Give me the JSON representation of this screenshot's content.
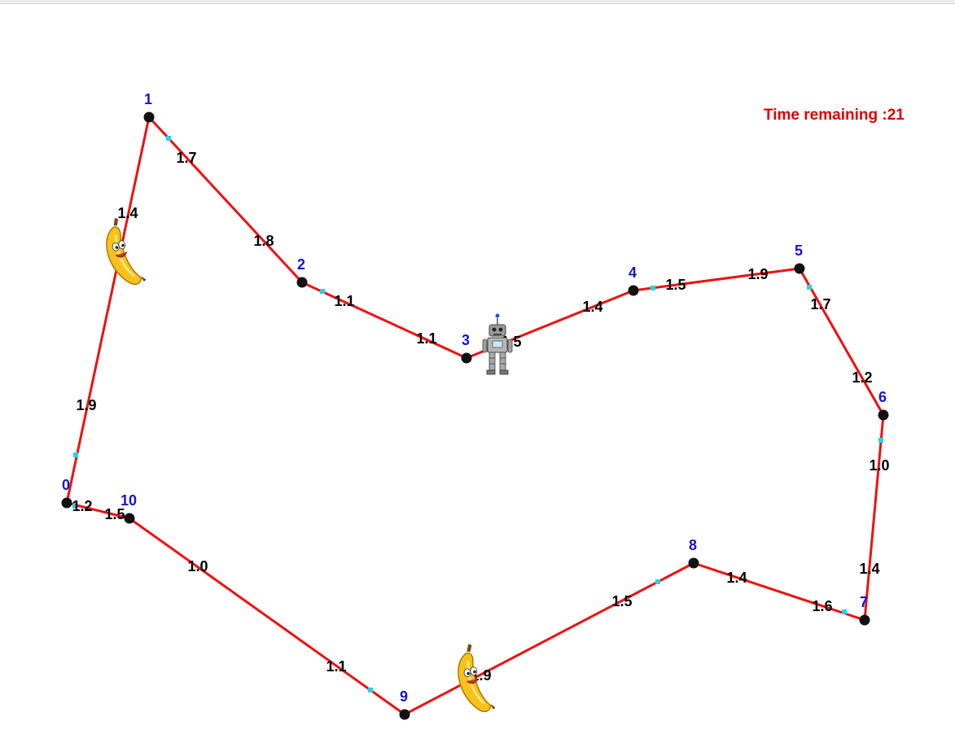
{
  "game": {
    "timer_label": "Time remaining :",
    "time_remaining": 21,
    "colors": {
      "path": "#ee1111",
      "node": "#111111",
      "node_label": "#1414d2",
      "edge_marker": "#22d5e6",
      "timer": "#e00000"
    },
    "nodes": [
      "0",
      "1",
      "2",
      "3",
      "4",
      "5",
      "6",
      "7",
      "8",
      "9",
      "10"
    ],
    "edge_labels": [
      "1.4",
      "1.9",
      "1.7",
      "1.8",
      "1.1",
      "1.1",
      "1.5",
      "1.4",
      "1.5",
      "1.9",
      "1.7",
      "1.2",
      "1.0",
      "1.4",
      "1.6",
      "1.4",
      "1.5",
      "1.9",
      "1.1",
      "1.0",
      "1.5",
      "1.2"
    ],
    "sprites": {
      "robot": "robot-icon",
      "bananas": [
        "banana-icon",
        "banana-icon"
      ]
    }
  }
}
